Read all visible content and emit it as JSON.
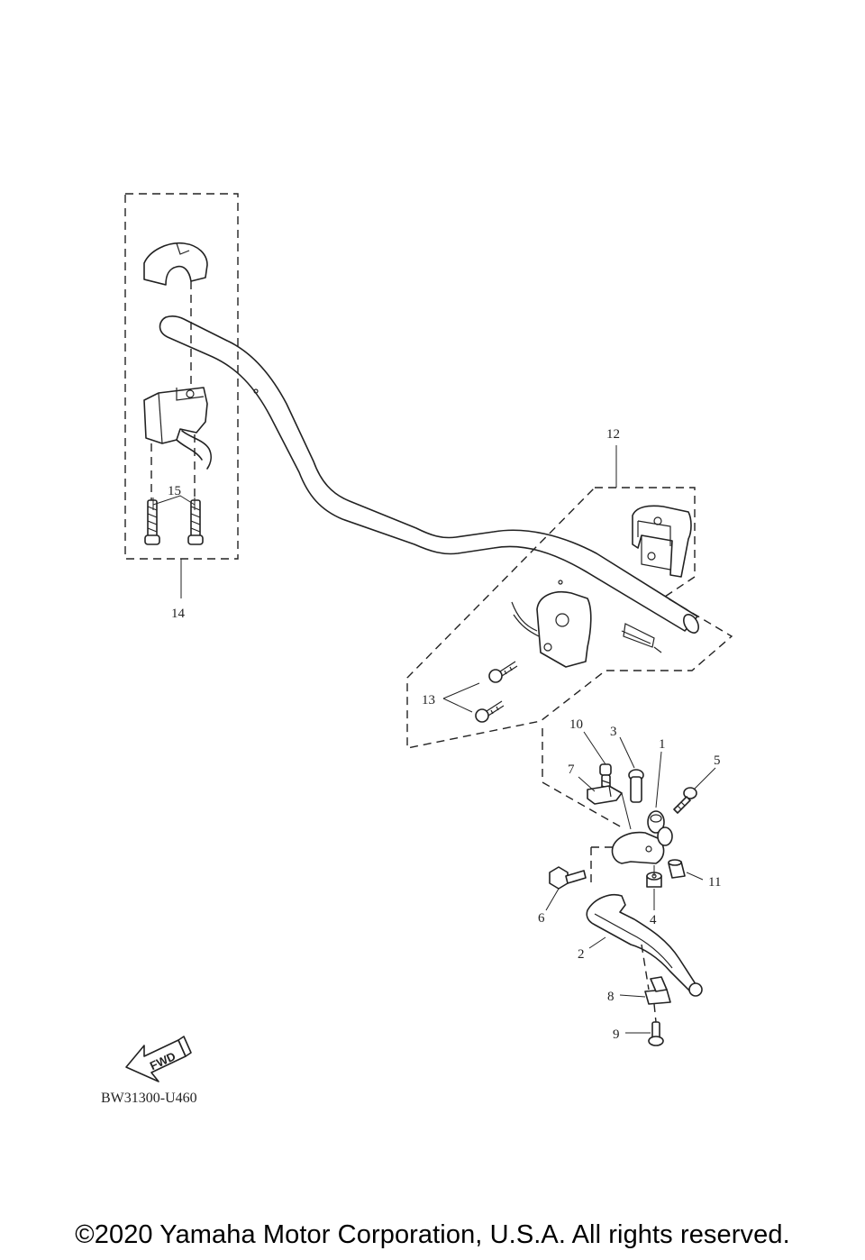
{
  "diagram": {
    "code": "BW31300-U460",
    "fwd_label": "FWD",
    "callouts": {
      "c1": "1",
      "c2": "2",
      "c3": "3",
      "c4": "4",
      "c5": "5",
      "c6": "6",
      "c7": "7",
      "c8": "8",
      "c9": "9",
      "c10": "10",
      "c11": "11",
      "c12": "12",
      "c13": "13",
      "c14": "14",
      "c15": "15"
    }
  },
  "footer": {
    "copyright": "©2020 Yamaha Motor Corporation, U.S.A. All rights reserved."
  }
}
